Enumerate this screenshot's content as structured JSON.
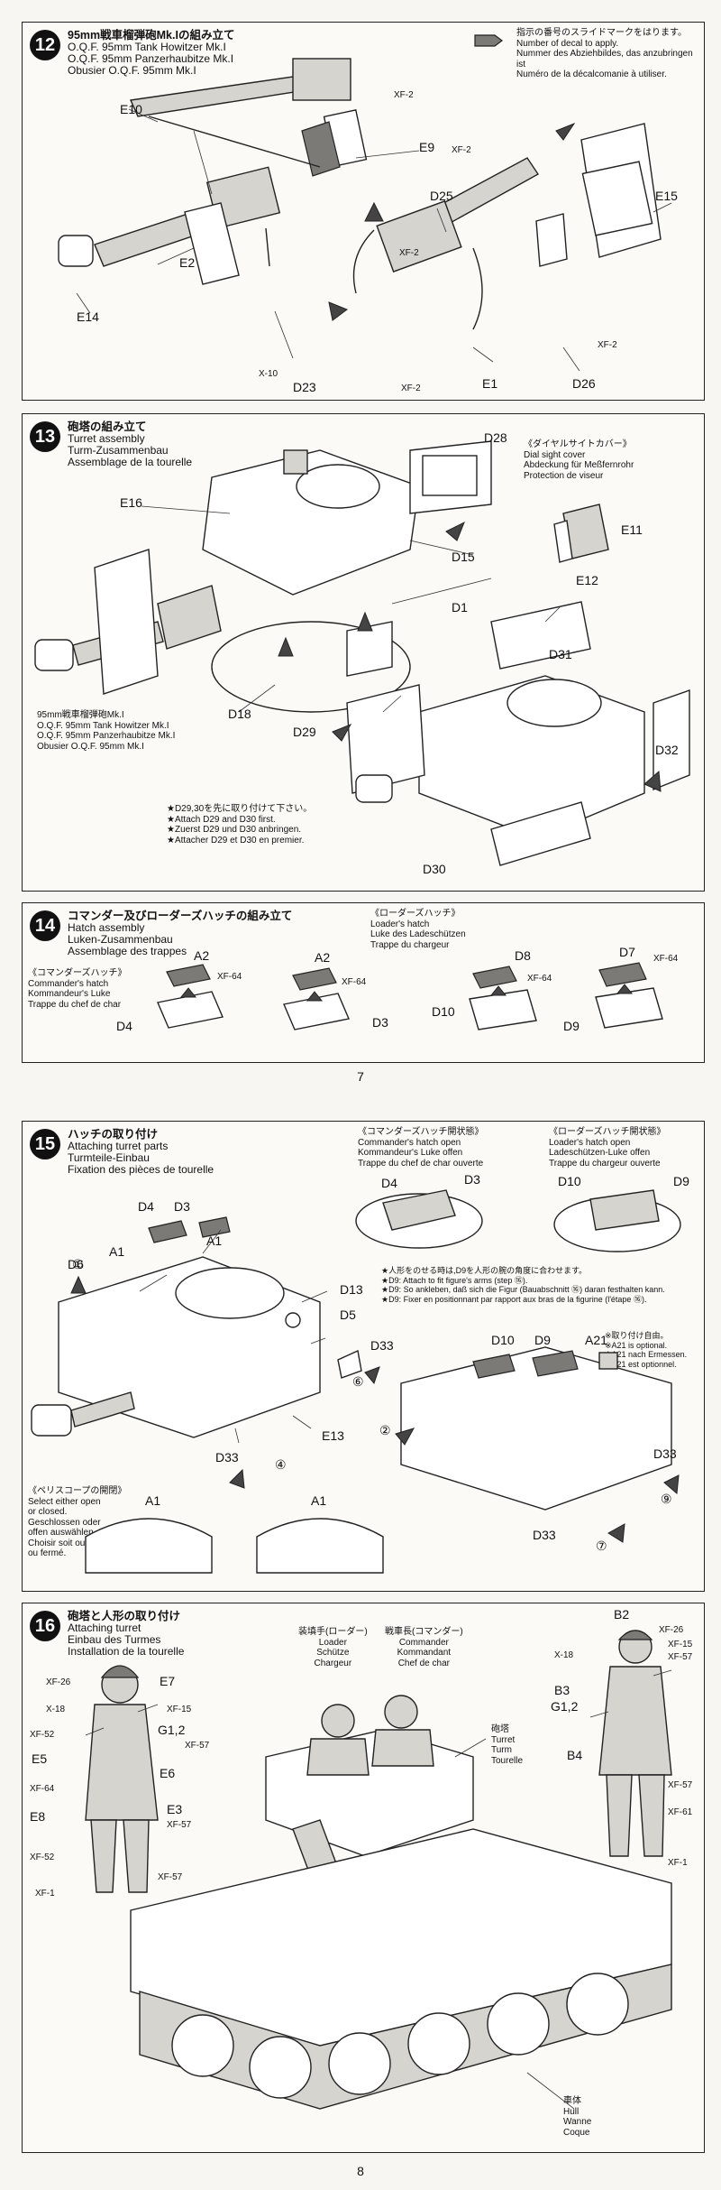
{
  "pages": [
    "7",
    "8"
  ],
  "step12": {
    "number": "12",
    "title_jp": "95mm戦車榴弾砲Mk.Iの組み立て",
    "title_en": "O.Q.F. 95mm Tank Howitzer Mk.I",
    "title_de": "O.Q.F. 95mm Panzerhaubitze Mk.I",
    "title_fr": "Obusier O.Q.F. 95mm Mk.I",
    "decal_note_jp": "指示の番号のスライドマークをはります。",
    "decal_note_en": "Number of decal to apply.",
    "decal_note_de": "Nummer des Abziehbildes, das anzubringen ist",
    "decal_note_fr": "Numéro de la décalcomanie à utiliser.",
    "parts": [
      "E10",
      "E9",
      "E2",
      "E14",
      "X-10",
      "D23",
      "D25",
      "E15",
      "E1",
      "D26"
    ],
    "decals": [
      "XF-2",
      "XF-2",
      "XF-2",
      "XF-2",
      "XF-2"
    ]
  },
  "step13": {
    "number": "13",
    "title_jp": "砲塔の組み立て",
    "title_en": "Turret assembly",
    "title_de": "Turm-Zusammenbau",
    "title_fr": "Assemblage de la tourelle",
    "sub_jp": "《ダイヤルサイトカバー》",
    "sub_en": "Dial sight cover",
    "sub_de": "Abdeckung für Meßfernrohr",
    "sub_fr": "Protection de viseur",
    "gun_jp": "95mm戦車榴弾砲Mk.I",
    "gun_en": "O.Q.F. 95mm Tank Howitzer Mk.I",
    "gun_de": "O.Q.F. 95mm Panzerhaubitze Mk.I",
    "gun_fr": "Obusier O.Q.F. 95mm Mk.I",
    "tip_jp": "★D29,30を先に取り付けて下さい。",
    "tip_en": "★Attach D29 and D30 first.",
    "tip_de": "★Zuerst D29 und D30 anbringen.",
    "tip_fr": "★Attacher D29 et D30 en premier.",
    "parts": [
      "D28",
      "E16",
      "E11",
      "E12",
      "D15",
      "D1",
      "D31",
      "D18",
      "D29",
      "D32",
      "D30"
    ]
  },
  "step14": {
    "number": "14",
    "title_jp": "コマンダー及びローダーズハッチの組み立て",
    "title_en": "Hatch assembly",
    "title_de": "Luken-Zusammenbau",
    "title_fr": "Assemblage des trappes",
    "cmd_jp": "《コマンダーズハッチ》",
    "cmd_en": "Commander's hatch",
    "cmd_de": "Kommandeur's Luke",
    "cmd_fr": "Trappe du chef de char",
    "ldr_jp": "《ローダーズハッチ》",
    "ldr_en": "Loader's hatch",
    "ldr_de": "Luke des Ladeschützen",
    "ldr_fr": "Trappe du chargeur",
    "parts": [
      "A2",
      "D4",
      "A2",
      "D3",
      "D8",
      "D10",
      "D7",
      "D9"
    ],
    "decals": [
      "XF-64",
      "XF-64",
      "XF-64",
      "XF-64"
    ]
  },
  "step15": {
    "number": "15",
    "title_jp": "ハッチの取り付け",
    "title_en": "Attaching turret parts",
    "title_de": "Turmteile-Einbau",
    "title_fr": "Fixation des pièces de tourelle",
    "open_cmd_jp": "《コマンダーズハッチ開状態》",
    "open_cmd_en": "Commander's hatch open",
    "open_cmd_de": "Kommandeur's Luke offen",
    "open_cmd_fr": "Trappe du chef de char ouverte",
    "open_ldr_jp": "《ローダーズハッチ開状態》",
    "open_ldr_en": "Loader's hatch open",
    "open_ldr_de": "Ladeschützen-Luke offen",
    "open_ldr_fr": "Trappe du chargeur ouverte",
    "fig_jp": "★人形をのせる時は,D9を人形の腕の角度に合わせます。",
    "fig_en": "★D9: Attach to fit figure's arms (step ⑯).",
    "fig_de": "★D9: So ankleben, daß sich die Figur (Bauabschnitt ⑯) daran festhalten kann.",
    "fig_fr": "★D9: Fixer en positionnant par rapport aux bras de la figurine (l'étape ⑯).",
    "opt_jp": "※取り付け自由。",
    "opt_en": "※A21 is optional.",
    "opt_de": "※A21 nach Ermessen.",
    "opt_fr": "※A21 est optionnel.",
    "peri_jp": "《ペリスコープの開閉》",
    "peri_en1": "Select either open",
    "peri_en2": "or closed.",
    "peri_de1": "Geschlossen oder",
    "peri_de2": "offen auswählen.",
    "peri_fr1": "Choisir soit ouvert",
    "peri_fr2": "ou fermé.",
    "parts": [
      "D4",
      "D3",
      "D6",
      "A1",
      "A1",
      "D13",
      "D5",
      "D33",
      "E13",
      "D33",
      "D4",
      "D3",
      "D10",
      "D9",
      "D10",
      "D9",
      "A21",
      "D33",
      "D33",
      "A1",
      "A1"
    ],
    "circled": [
      "①",
      "②",
      "④",
      "⑥",
      "⑦",
      "⑨"
    ]
  },
  "step16": {
    "number": "16",
    "title_jp": "砲塔と人形の取り付け",
    "title_en": "Attaching turret",
    "title_de": "Einbau des Turmes",
    "title_fr": "Installation de la tourelle",
    "loader_jp": "装填手(ローダー)",
    "loader_en": "Loader",
    "loader_de": "Schütze",
    "loader_fr": "Chargeur",
    "cmdr_jp": "戦車長(コマンダー)",
    "cmdr_en": "Commander",
    "cmdr_de": "Kommandant",
    "cmdr_fr": "Chef de char",
    "turret_jp": "砲塔",
    "turret_en": "Turret",
    "turret_de": "Turm",
    "turret_fr": "Tourelle",
    "hull_jp": "車体",
    "hull_en": "Hull",
    "hull_de": "Wanne",
    "hull_fr": "Coque",
    "left_fig": [
      "XF-26",
      "E7",
      "X-18",
      "XF-15",
      "XF-52",
      "G1,2",
      "XF-57",
      "E5",
      "E6",
      "XF-64",
      "E3",
      "E8",
      "XF-57",
      "XF-52",
      "XF-57",
      "XF-1"
    ],
    "right_fig": [
      "B2",
      "XF-26",
      "X-18",
      "XF-15",
      "XF-57",
      "B3",
      "G1,2",
      "B4",
      "XF-57",
      "XF-61",
      "XF-1"
    ]
  }
}
